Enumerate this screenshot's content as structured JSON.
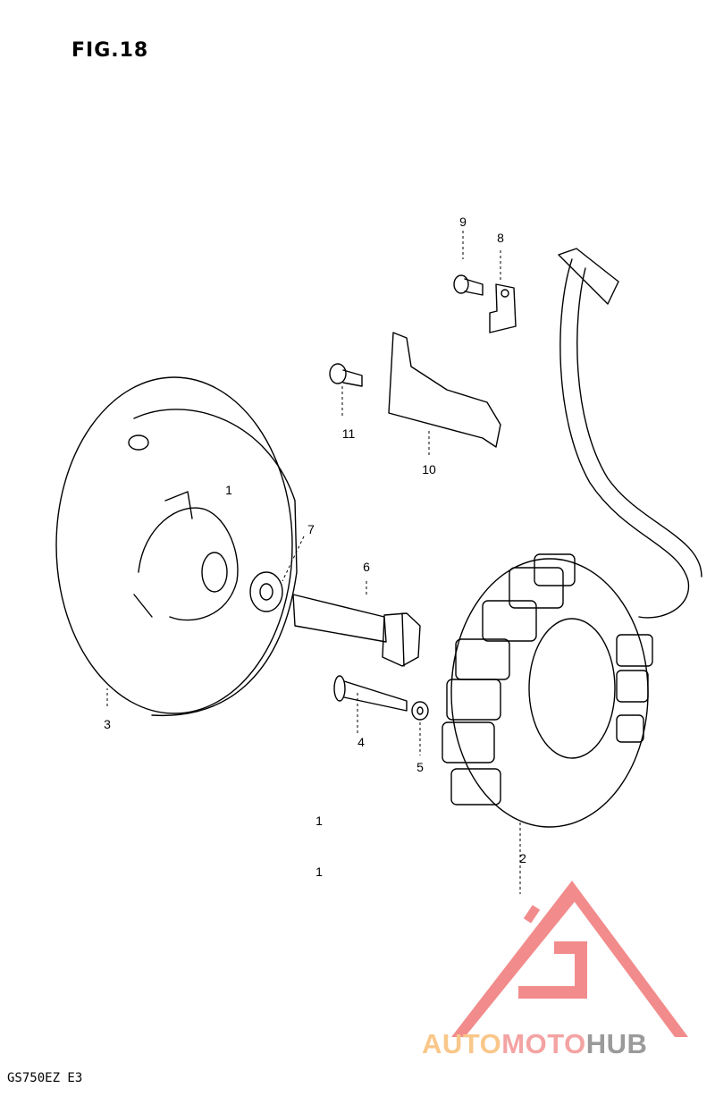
{
  "figure": {
    "title": "FIG.18",
    "model_code": "GS750EZ E3"
  },
  "callouts": [
    {
      "id": "1a",
      "label": "1"
    },
    {
      "id": "1b",
      "label": "1"
    },
    {
      "id": "1c",
      "label": "1"
    },
    {
      "id": "2",
      "label": "2"
    },
    {
      "id": "3",
      "label": "3"
    },
    {
      "id": "4",
      "label": "4"
    },
    {
      "id": "5",
      "label": "5"
    },
    {
      "id": "6",
      "label": "6"
    },
    {
      "id": "7",
      "label": "7"
    },
    {
      "id": "8",
      "label": "8"
    },
    {
      "id": "9",
      "label": "9"
    },
    {
      "id": "10",
      "label": "10"
    },
    {
      "id": "11",
      "label": "11"
    }
  ],
  "watermark": {
    "text_part1": "AUTO",
    "text_part2": "MOTO",
    "text_part3": "HUB",
    "colors": {
      "part1": "#f9c78a",
      "part2": "#f4a3a3",
      "part3": "#9a9a9a",
      "logo": "#f28c8c"
    }
  }
}
